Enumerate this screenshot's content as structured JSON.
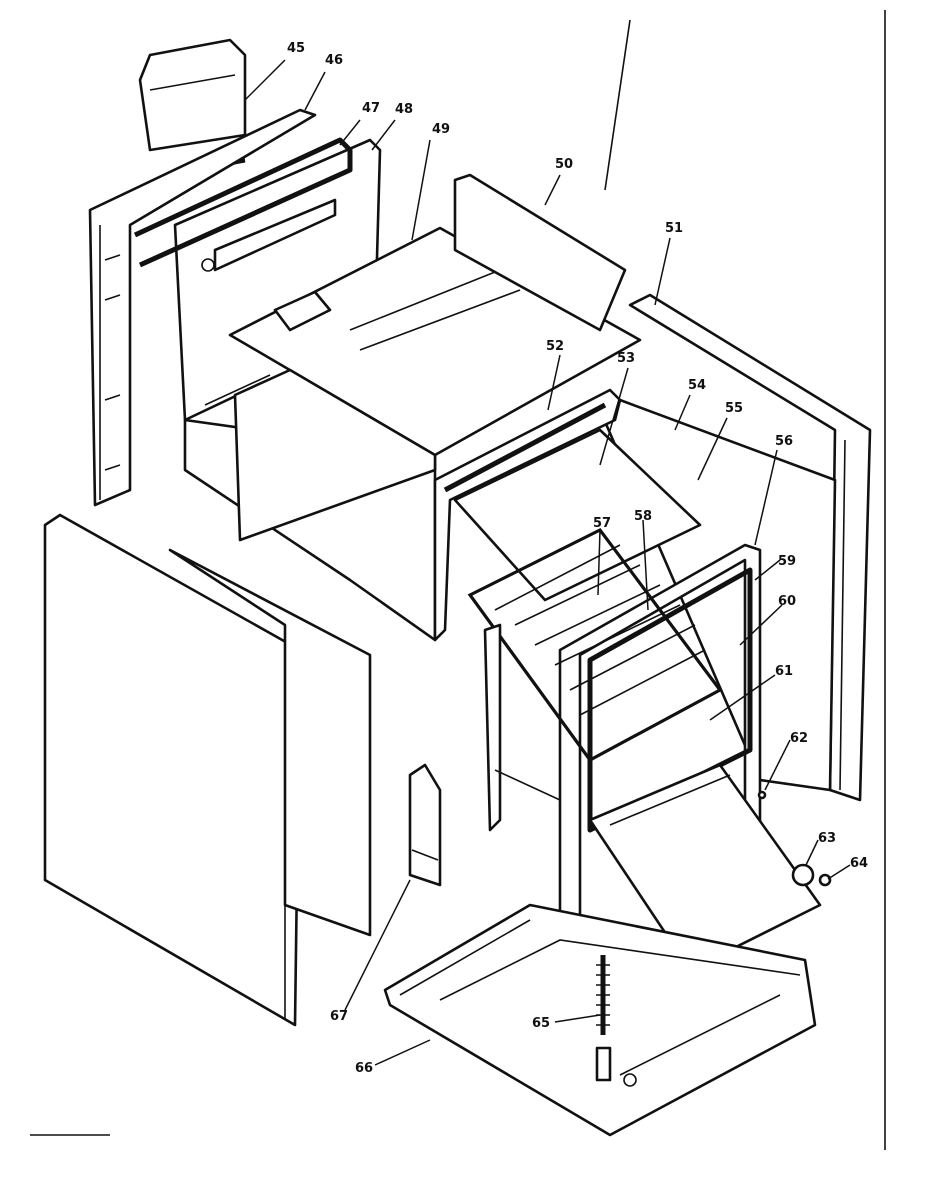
{
  "callouts": [
    {
      "id": "c45",
      "label": "45"
    },
    {
      "id": "c46",
      "label": "46"
    },
    {
      "id": "c47",
      "label": "47"
    },
    {
      "id": "c48",
      "label": "48"
    },
    {
      "id": "c49",
      "label": "49"
    },
    {
      "id": "c50",
      "label": "50"
    },
    {
      "id": "c51",
      "label": "51"
    },
    {
      "id": "c52",
      "label": "52"
    },
    {
      "id": "c53",
      "label": "53"
    },
    {
      "id": "c54",
      "label": "54"
    },
    {
      "id": "c55",
      "label": "55"
    },
    {
      "id": "c56",
      "label": "56"
    },
    {
      "id": "c57",
      "label": "57"
    },
    {
      "id": "c58",
      "label": "58"
    },
    {
      "id": "c59",
      "label": "59"
    },
    {
      "id": "c60",
      "label": "60"
    },
    {
      "id": "c61",
      "label": "61"
    },
    {
      "id": "c62",
      "label": "62"
    },
    {
      "id": "c63",
      "label": "63"
    },
    {
      "id": "c64",
      "label": "64"
    },
    {
      "id": "c65",
      "label": "65"
    },
    {
      "id": "c66",
      "label": "66"
    },
    {
      "id": "c67",
      "label": "67"
    }
  ]
}
